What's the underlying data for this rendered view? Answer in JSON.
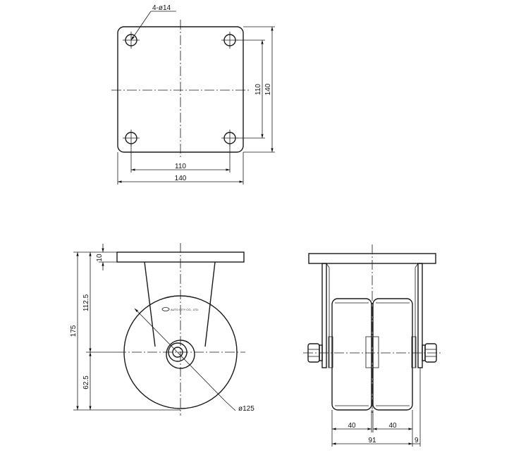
{
  "drawing": {
    "top_view": {
      "hole_callout": "4-ø14",
      "dim_hole_spacing_x": "110",
      "dim_plate_width": "140",
      "dim_hole_spacing_y": "110",
      "dim_plate_height": "140"
    },
    "side_view": {
      "dim_plate_thickness": "10",
      "dim_upper_height": "112.5",
      "dim_total_height": "175",
      "dim_lower_height": "62.5",
      "dim_wheel_diameter": "ø125",
      "brand_text": "AUTO CITY CO., LTD."
    },
    "front_view": {
      "dim_wheel_width_left": "40",
      "dim_wheel_width_right": "40",
      "dim_overall_width": "91",
      "dim_offset": "9"
    }
  }
}
